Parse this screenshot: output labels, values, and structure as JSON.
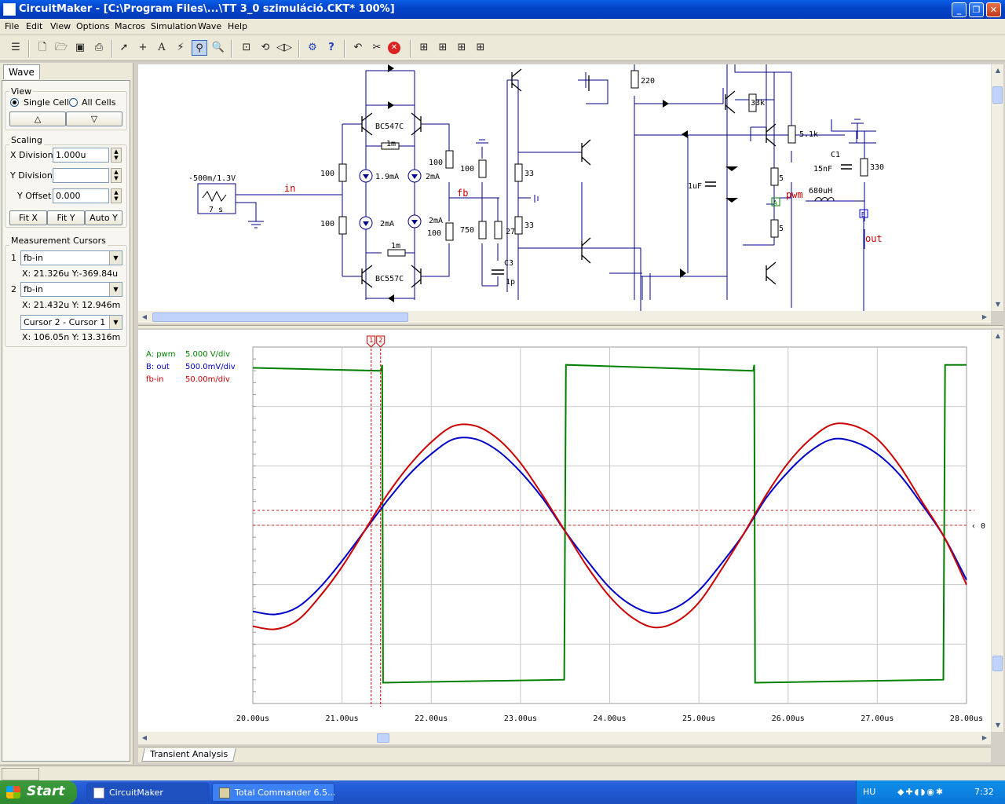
{
  "window": {
    "title": "CircuitMaker - [C:\\Program Files\\...\\TT 3_0 szimuláció.CKT* 100%]",
    "minimize": "_",
    "restore": "❐",
    "close": "✕"
  },
  "menu": [
    "File",
    "Edit",
    "View",
    "Options",
    "Macros",
    "Simulation",
    "Wave",
    "Help"
  ],
  "toolbar_icons": [
    "place-parts-icon",
    "new-icon",
    "open-icon",
    "save-icon",
    "print-icon",
    "arrow-icon",
    "wire-icon",
    "text-icon",
    "probe-icon",
    "zoom-icon",
    "search-icon",
    "zoom-fit-icon",
    "rotate-icon",
    "mirror-icon",
    "run-icon",
    "help-icon",
    "undo-icon",
    "cut-icon",
    "stop-icon",
    "macro1-icon",
    "macro2-icon",
    "macro3-icon",
    "macro4-icon"
  ],
  "left_panel": {
    "tab": "Wave",
    "view": {
      "title": "View",
      "single_cell": "Single Cell",
      "all_cells": "All Cells",
      "up": "△",
      "down": "▽"
    },
    "scaling": {
      "title": "Scaling",
      "x_division_label": "X Division",
      "x_division_value": "1.000u",
      "y_division_label": "Y Division",
      "y_division_value": "",
      "y_offset_label": "Y Offset",
      "y_offset_value": "0.000",
      "fit_x": "Fit X",
      "fit_y": "Fit Y",
      "auto_y": "Auto Y"
    },
    "cursors": {
      "title": "Measurement Cursors",
      "c1_num": "1",
      "c1_signal": "fb-in",
      "c1_readout": "X: 21.326u  Y:-369.84u",
      "c2_num": "2",
      "c2_signal": "fb-in",
      "c2_readout": "X: 21.432u  Y: 12.946m",
      "diff_select": "Cursor 2 - Cursor 1",
      "diff_readout": "X: 106.05n  Y: 13.316m"
    }
  },
  "schematic": {
    "labels": {
      "source": "-500m/1.3V",
      "source_inner": "7 s",
      "in": "in",
      "fb": "fb",
      "pwm": "pwm",
      "out": "out",
      "q1": "BC547C",
      "q2": "BC557C",
      "r100a": "100",
      "r100b": "100",
      "r100c": "100",
      "r100d": "100",
      "r100e": "100",
      "r1ma": "1m",
      "r1mb": "1m",
      "i19": "1.9mA",
      "i2a": "2mA",
      "i2b": "2mA",
      "i2c": "2mA",
      "r750": "750",
      "r27": "27",
      "r33a": "33",
      "r33b": "33",
      "c3": "C3",
      "c3v": "1p",
      "r220": "220",
      "r33k": "33k",
      "r51k": "5.1k",
      "c1": "C1",
      "c15n": "15nF",
      "r330": "330",
      "c1uf": "1uF",
      "r5a": "5",
      "r5b": "5",
      "l680": "680uH",
      "probe_a": "A",
      "probe_b": "B"
    }
  },
  "wave": {
    "legend": [
      {
        "name": "A: pwm",
        "scale": "5.000 V/div",
        "color": "#008000"
      },
      {
        "name": "B: out",
        "scale": "500.0mV/div",
        "color": "#0000cc"
      },
      {
        "name": "fb-in",
        "scale": "50.00m/div",
        "color": "#cc0000"
      }
    ],
    "cursor_marks": [
      "1",
      "2"
    ],
    "zero_marker": "0",
    "tab": "Transient Analysis"
  },
  "chart_data": {
    "type": "line",
    "title": "",
    "xlabel": "",
    "ylabel": "",
    "x_ticks": [
      "20.00us",
      "21.00us",
      "22.00us",
      "23.00us",
      "24.00us",
      "25.00us",
      "26.00us",
      "27.00us",
      "28.00us"
    ],
    "xlim": [
      20.0,
      28.0
    ],
    "grid": true,
    "ylim_divisions": [
      -3.0,
      3.0
    ],
    "cursors_us": [
      21.326,
      21.432
    ],
    "series": [
      {
        "name": "A: pwm",
        "color": "#008000",
        "x": [
          20.0,
          21.44,
          21.45,
          21.46,
          23.49,
          23.5,
          23.51,
          25.61,
          25.62,
          25.63,
          27.74,
          27.75,
          27.76,
          28.0
        ],
        "y": [
          2.65,
          2.6,
          2.7,
          -2.65,
          -2.6,
          0.0,
          2.7,
          2.6,
          2.7,
          -2.65,
          -2.6,
          0.0,
          2.7,
          2.7
        ]
      },
      {
        "name": "B: out",
        "color": "#0000cc",
        "x": [
          20.0,
          20.25,
          20.5,
          20.75,
          21.0,
          21.25,
          21.5,
          21.75,
          22.0,
          22.25,
          22.5,
          22.75,
          23.0,
          23.25,
          23.5,
          23.75,
          24.0,
          24.25,
          24.5,
          24.75,
          25.0,
          25.25,
          25.5,
          25.75,
          26.0,
          26.25,
          26.5,
          26.75,
          27.0,
          27.25,
          27.5,
          27.75,
          28.0
        ],
        "y": [
          -1.45,
          -1.5,
          -1.38,
          -1.05,
          -0.6,
          -0.1,
          0.4,
          0.85,
          1.2,
          1.45,
          1.45,
          1.25,
          0.9,
          0.45,
          -0.1,
          -0.6,
          -1.05,
          -1.35,
          -1.48,
          -1.38,
          -1.1,
          -0.65,
          -0.15,
          0.45,
          0.9,
          1.25,
          1.45,
          1.4,
          1.2,
          0.85,
          0.35,
          -0.2,
          -0.92
        ]
      },
      {
        "name": "fb-in",
        "color": "#cc0000",
        "x": [
          20.0,
          20.25,
          20.5,
          20.75,
          21.0,
          21.25,
          21.5,
          21.75,
          22.0,
          22.25,
          22.5,
          22.75,
          23.0,
          23.25,
          23.5,
          23.75,
          24.0,
          24.25,
          24.5,
          24.75,
          25.0,
          25.25,
          25.5,
          25.75,
          26.0,
          26.25,
          26.5,
          26.75,
          27.0,
          27.25,
          27.5,
          27.75,
          28.0
        ],
        "y": [
          -1.7,
          -1.75,
          -1.6,
          -1.2,
          -0.7,
          -0.1,
          0.5,
          1.0,
          1.4,
          1.67,
          1.67,
          1.45,
          1.05,
          0.5,
          -0.1,
          -0.7,
          -1.2,
          -1.55,
          -1.72,
          -1.62,
          -1.3,
          -0.75,
          -0.15,
          0.5,
          1.05,
          1.45,
          1.7,
          1.67,
          1.45,
          1.0,
          0.4,
          -0.2,
          -1.0
        ]
      }
    ]
  },
  "status": {
    "left": ""
  },
  "taskbar": {
    "start": "Start",
    "tasks": [
      "CircuitMaker",
      "Total Commander 6.5..."
    ],
    "lang": "HU",
    "clock": "7:32"
  }
}
